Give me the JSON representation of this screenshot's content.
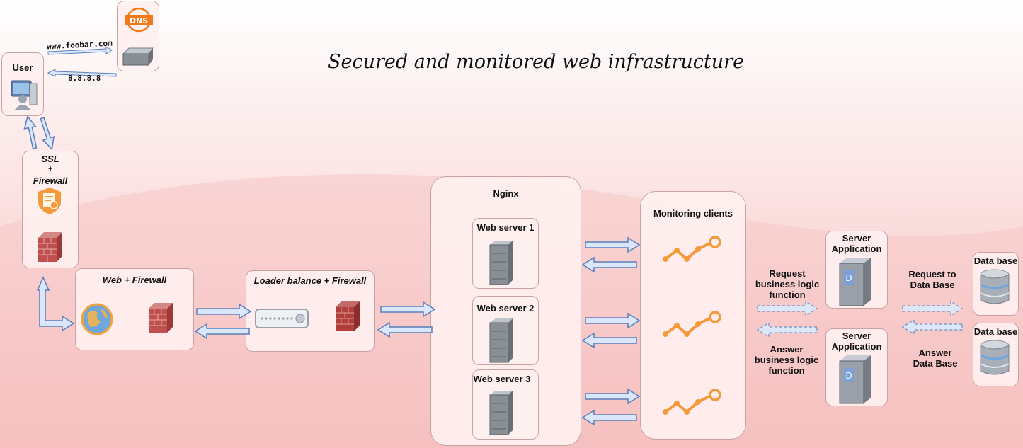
{
  "title": "Secured and monitored web infrastructure",
  "user": {
    "label": "User"
  },
  "dns": {
    "label": "DNS",
    "request": "www.foobar.com",
    "response": "8.8.8.8"
  },
  "ssl_firewall": {
    "line1": "SSL",
    "line2": "+",
    "line3": "Firewall"
  },
  "web_firewall": {
    "label": "Web + Firewall"
  },
  "load_balancer": {
    "label": "Loader balance + Firewall"
  },
  "nginx": {
    "label": "Nginx",
    "servers": [
      "Web server 1",
      "Web server 2",
      "Web server 3"
    ]
  },
  "monitoring": {
    "label": "Monitoring clients"
  },
  "business_logic": {
    "request": [
      "Request",
      "business logic",
      "function"
    ],
    "answer": [
      "Answer",
      "business logic",
      "function"
    ]
  },
  "server_apps": [
    "Server Application",
    "Server Application"
  ],
  "database_flow": {
    "request": [
      "Request to",
      "Data Base"
    ],
    "answer": [
      "Answer",
      "Data Base"
    ]
  },
  "databases": [
    "Data base",
    "Data base"
  ],
  "colors": {
    "arrow_fill": "#d9e6fb",
    "arrow_stroke": "#5b7fb8",
    "accent_orange": "#f59a3b",
    "firewall_red": "#c0504d",
    "server_gray": "#8a8f96"
  }
}
